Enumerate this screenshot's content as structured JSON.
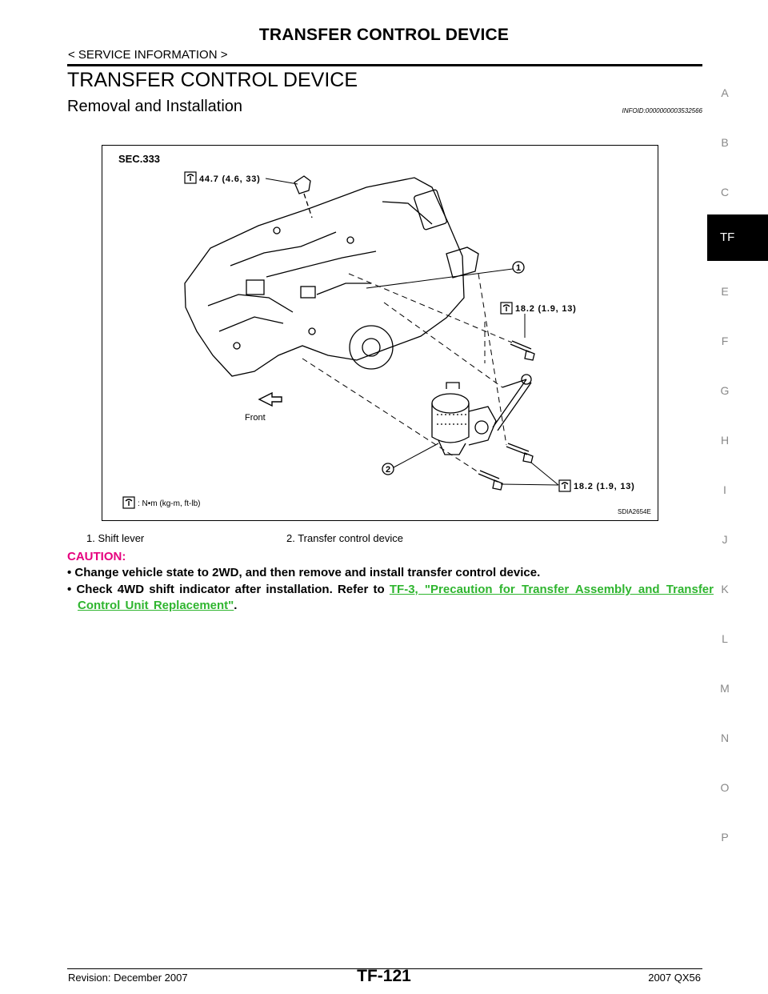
{
  "header": {
    "title": "TRANSFER CONTROL DEVICE",
    "section": "< SERVICE INFORMATION >"
  },
  "page_title": "TRANSFER CONTROL DEVICE",
  "subtitle": "Removal and Installation",
  "infoid": "INFOID:0000000003532566",
  "side_index": [
    "A",
    "B",
    "C",
    "TF",
    "E",
    "F",
    "G",
    "H",
    "I",
    "J",
    "K",
    "L",
    "M",
    "N",
    "O",
    "P"
  ],
  "side_index_active": "TF",
  "figure": {
    "sec": "SEC.333",
    "torque_1": "44.7  (4.6,  33)",
    "torque_2": "18.2  (1.9,  13)",
    "torque_3": "18.2  (1.9,  13)",
    "callout_1": "1",
    "callout_2": "2",
    "front_label": "Front",
    "unit_legend": ": N•m  (kg-m,   ft-lb)",
    "code": "SDIA2654E"
  },
  "legend": {
    "item_1": "1.    Shift lever",
    "item_2": "2.    Transfer control device"
  },
  "caution": {
    "heading": "CAUTION:",
    "bullet_1": "•  Change vehicle state to 2WD, and then remove and install transfer control device.",
    "bullet_2_prefix": "•  Check 4WD shift indicator after installation. Refer to ",
    "bullet_2_link": "TF-3, \"Precaution for Transfer Assembly and Transfer Control Unit Replacement\"",
    "bullet_2_suffix": "."
  },
  "footer": {
    "revision": "Revision: December 2007",
    "page_number": "TF-121",
    "model": "2007 QX56"
  }
}
